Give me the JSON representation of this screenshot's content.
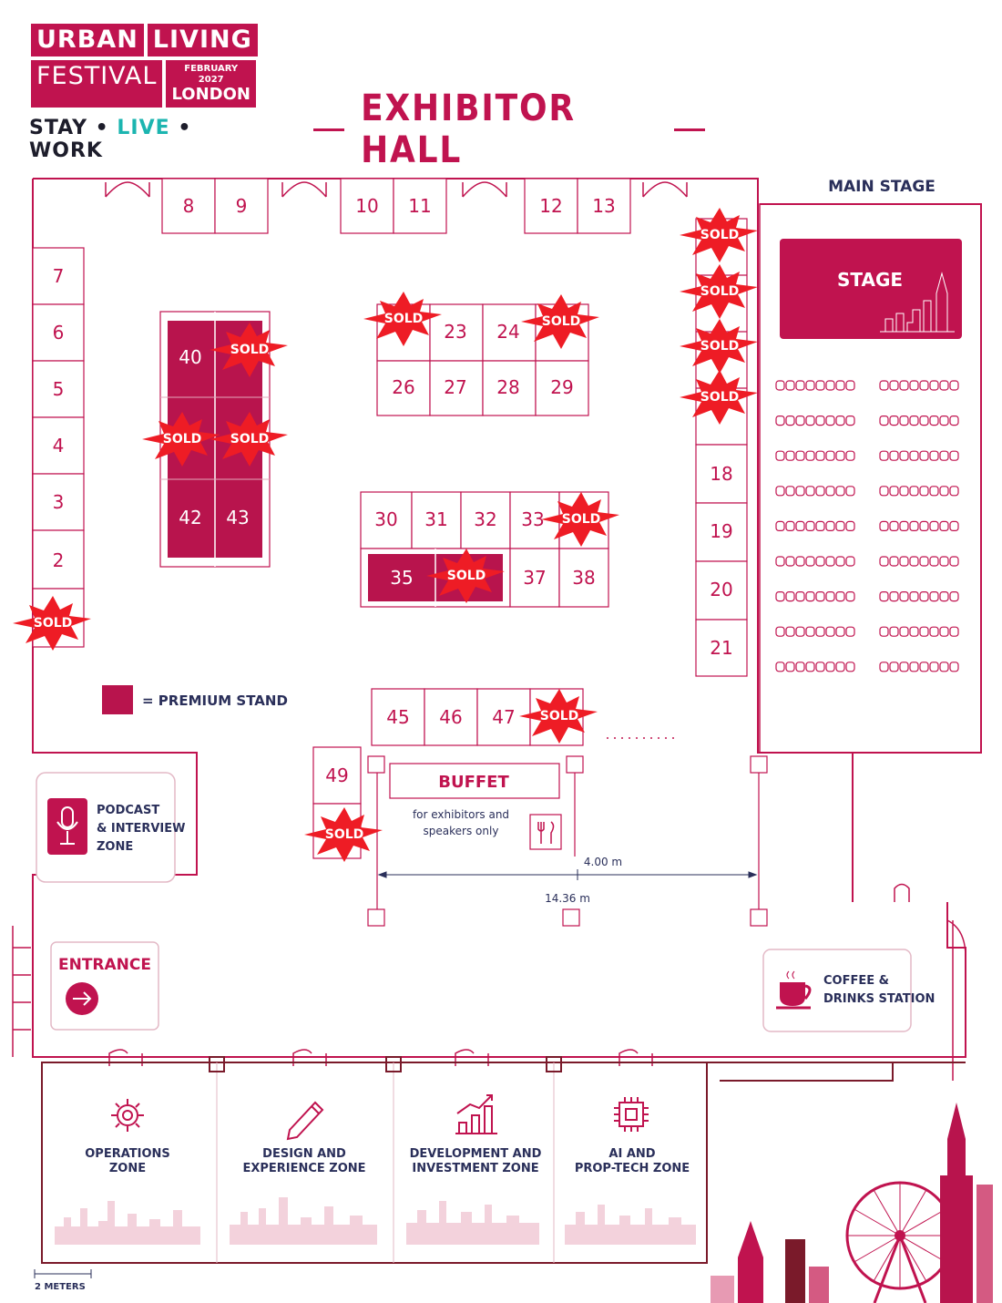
{
  "header": {
    "logo_word_1": "URBAN",
    "logo_word_2": "LIVING",
    "logo_word_3": "FESTIVAL",
    "logo_date": "FEBRUARY 2027",
    "logo_city": "LONDON",
    "tagline_stay": "STAY",
    "tagline_live": "LIVE",
    "tagline_work": "WORK",
    "tagline_sep": "•",
    "title": "EXHIBITOR HALL"
  },
  "colors": {
    "brand": "#c0134f",
    "premium": "#b8144d",
    "sold": "#ee1c25",
    "navy": "#2a2f5a",
    "teal": "#1cb5b0"
  },
  "stands": {
    "top_row": [
      "8",
      "9",
      "10",
      "11",
      "12",
      "13"
    ],
    "left_column": [
      "7",
      "6",
      "5",
      "4",
      "3",
      "2"
    ],
    "premium_block": [
      "40",
      "42",
      "43"
    ],
    "center_block_a": [
      "23",
      "24",
      "26",
      "27",
      "28",
      "29"
    ],
    "center_block_b": [
      "30",
      "31",
      "32",
      "33",
      "35",
      "37",
      "38"
    ],
    "right_column": [
      "18",
      "19",
      "20",
      "21"
    ],
    "bottom_row": [
      "45",
      "46",
      "47"
    ],
    "single": [
      "49"
    ]
  },
  "sold_label": "SOLD",
  "legend": {
    "premium_label": "= PREMIUM STAND"
  },
  "main_stage": {
    "label": "MAIN STAGE",
    "stage_label": "STAGE",
    "seat_icon": "seat-row-icon"
  },
  "buffet": {
    "title": "BUFFET",
    "note_line_1": "for exhibitors and",
    "note_line_2": "speakers only",
    "icon": "cutlery-icon"
  },
  "dimensions": {
    "short": "4.00 m",
    "long": "14.36 m"
  },
  "podcast": {
    "line_1": "PODCAST",
    "line_2": "& INTERVIEW",
    "line_3": "ZONE",
    "icon": "microphone-icon"
  },
  "entrance": {
    "label": "ENTRANCE",
    "icon": "arrow-right-icon"
  },
  "coffee": {
    "line_1": "COFFEE &",
    "line_2": "DRINKS STATION",
    "icon": "coffee-cup-icon"
  },
  "zones": [
    {
      "line_1": "OPERATIONS",
      "line_2": "ZONE",
      "icon": "gear-icon"
    },
    {
      "line_1": "DESIGN AND",
      "line_2": "EXPERIENCE ZONE",
      "icon": "pencil-icon"
    },
    {
      "line_1": "DEVELOPMENT AND",
      "line_2": "INVESTMENT ZONE",
      "icon": "growth-chart-icon"
    },
    {
      "line_1": "AI AND",
      "line_2": "PROP-TECH ZONE",
      "icon": "chip-icon"
    }
  ],
  "scale": {
    "label": "2 METERS"
  }
}
